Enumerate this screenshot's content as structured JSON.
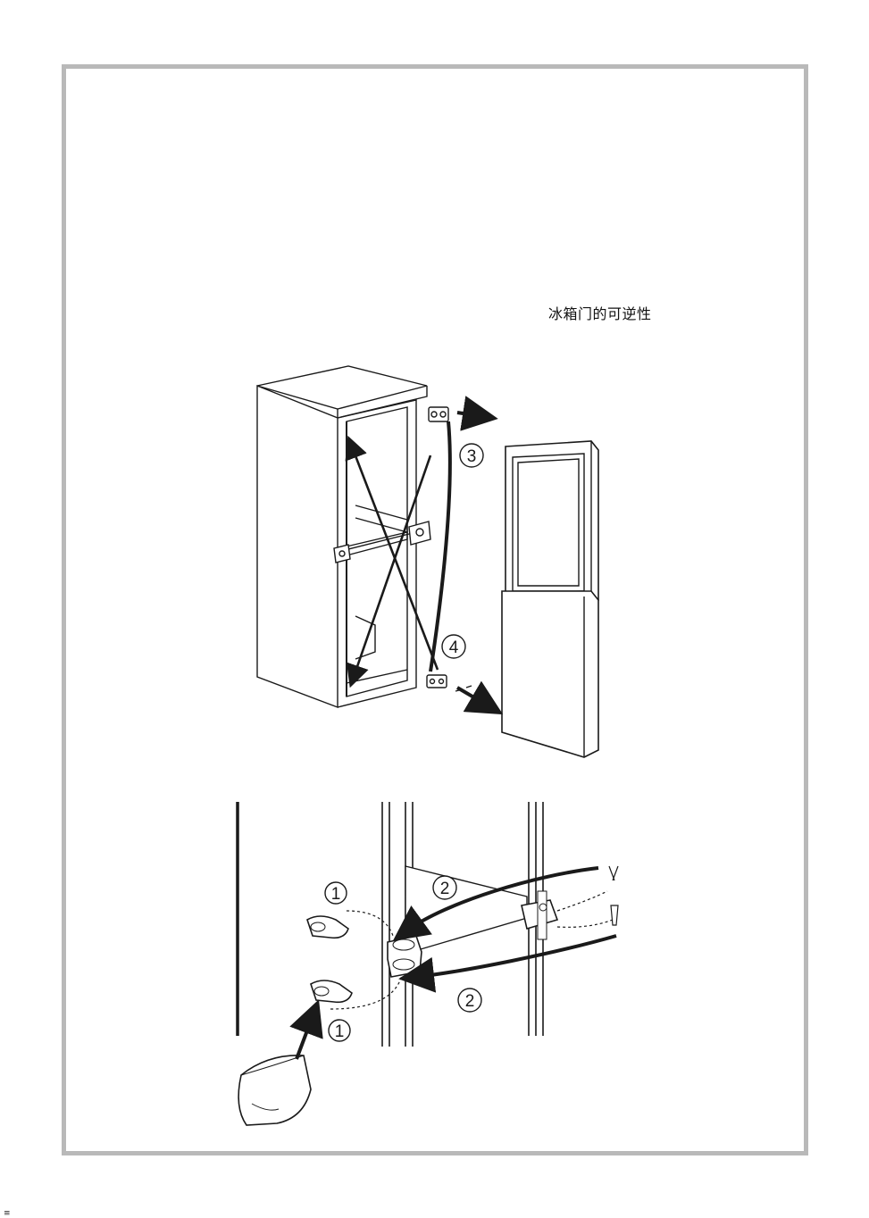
{
  "title": "冰箱门的可逆性",
  "colors": {
    "frame": "#b9b9b9",
    "ink": "#1a1a1a",
    "background": "#ffffff"
  },
  "figure_top": {
    "step_labels": [
      "3",
      "4"
    ]
  },
  "figure_bottom": {
    "step_labels": [
      "1",
      "2",
      "2",
      "1"
    ]
  },
  "corner_mark": "≡"
}
